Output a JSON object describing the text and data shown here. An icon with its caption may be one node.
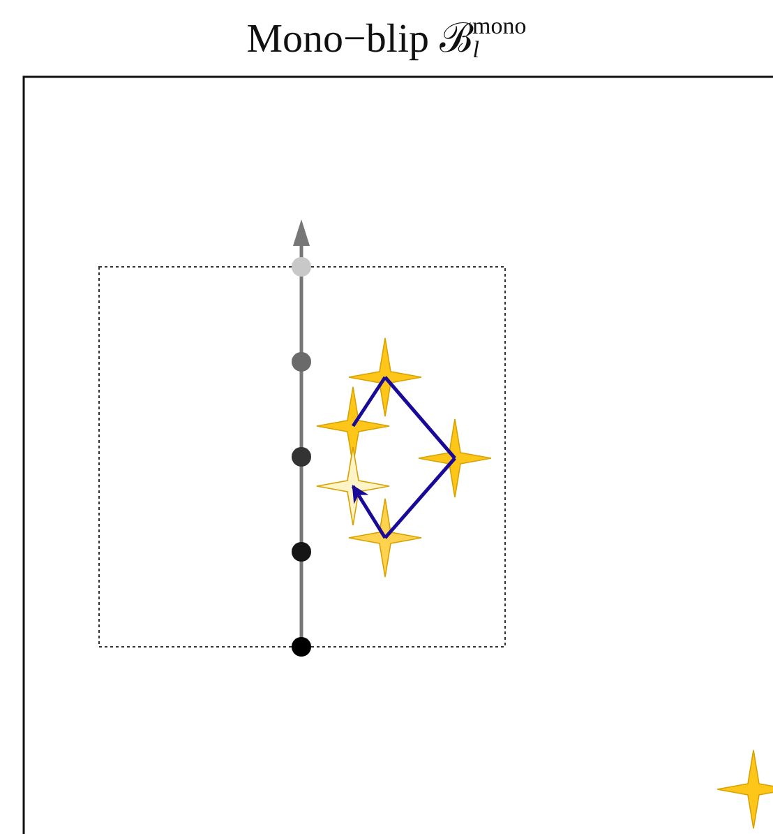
{
  "diagram": {
    "title": "Mono−blip ℬ$_{l}$$^{mono}$",
    "nodes": [
      {
        "text": [],
        "shape": "star"
      },
      {
        "text": [],
        "shape": "star"
      },
      {
        "text": [],
        "shape": "star"
      },
      {
        "text": [],
        "shape": "star"
      },
      {
        "text": [],
        "shape": "star"
      },
      {
        "text": [],
        "shape": "star"
      }
    ],
    "edges": [
      {
        "from": 1,
        "to": 0,
        "arrow": "none"
      },
      {
        "from": 0,
        "to": 2,
        "arrow": "none"
      },
      {
        "from": 2,
        "to": 4,
        "arrow": "none"
      },
      {
        "from": 4,
        "to": 3,
        "arrow": "to"
      }
    ]
  }
}
